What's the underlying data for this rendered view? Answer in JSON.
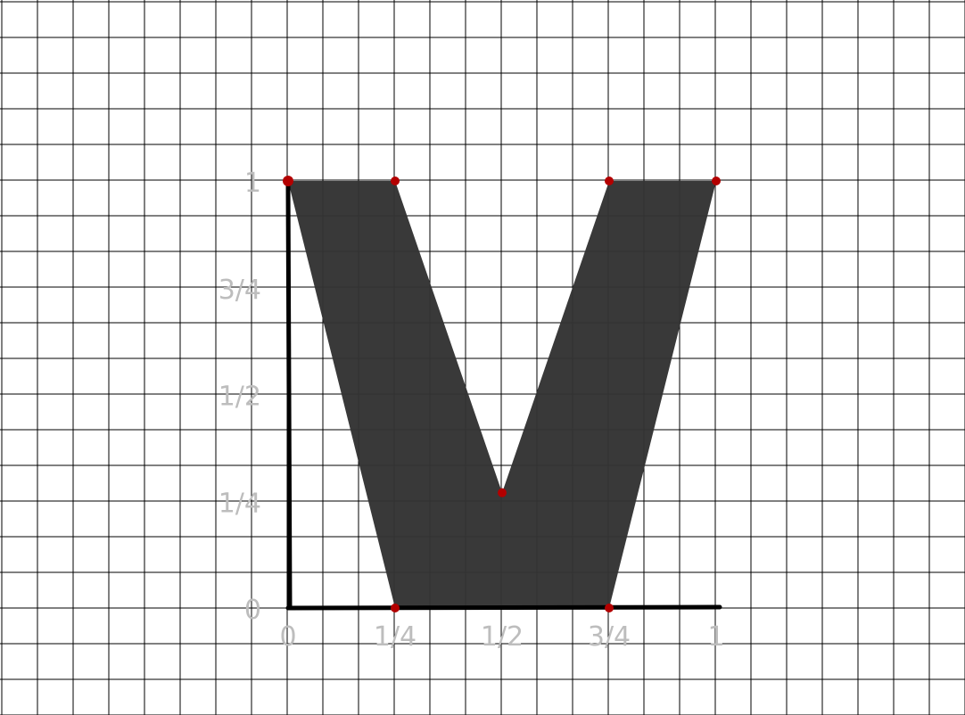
{
  "diagram": {
    "shape_vertices": [
      [
        0,
        1
      ],
      [
        0.25,
        1
      ],
      [
        0.5,
        0.27
      ],
      [
        0.75,
        1
      ],
      [
        1,
        1
      ],
      [
        0.75,
        0
      ],
      [
        0.25,
        0
      ]
    ],
    "marked_points": [
      [
        0,
        1
      ],
      [
        0.25,
        1
      ],
      [
        0.5,
        0.27
      ],
      [
        0.75,
        1
      ],
      [
        1,
        1
      ],
      [
        0.25,
        0
      ],
      [
        0.75,
        0
      ]
    ],
    "x_axis": {
      "range": [
        0,
        1
      ],
      "tick_values": [
        0,
        0.25,
        0.5,
        0.75,
        1
      ],
      "tick_labels": [
        "0",
        "1/4",
        "1/2",
        "3/4",
        "1"
      ]
    },
    "y_axis": {
      "range": [
        0,
        1
      ],
      "tick_values": [
        0,
        0.25,
        0.5,
        0.75,
        1
      ],
      "tick_labels": [
        "0",
        "1/4",
        "1/2",
        "3/4",
        "1"
      ]
    },
    "grid": true,
    "colors": {
      "shape_fill": "#333333",
      "point": "#b30000",
      "axis": "#000000",
      "grid": "#000000",
      "labels": "#bdbdbd"
    }
  }
}
